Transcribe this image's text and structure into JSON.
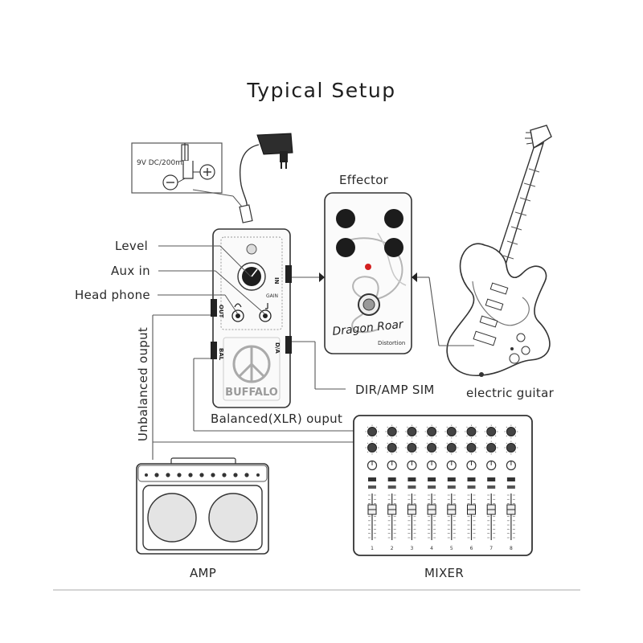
{
  "title": "Typical Setup",
  "power_spec": "9V DC/200mA",
  "labels": {
    "effector": "Effector",
    "level": "Level",
    "aux_in": "Aux in",
    "head_phone": "Head phone",
    "unbalanced": "Unbalanced ouput",
    "dir_amp_sim": "DIR/AMP SIM",
    "balanced": "Balanced(XLR) ouput",
    "electric_guitar": "electric guitar",
    "amp": "AMP",
    "mixer": "MIXER"
  },
  "pedal": {
    "brand": "BUFFALO",
    "jack_in": "IN",
    "jack_out": "OUT",
    "jack_da": "D/A",
    "jack_bal": "BAL",
    "knob_label": "GAIN"
  },
  "effector_pedal": {
    "name": "Dragon Roar",
    "type": "Distortion"
  },
  "mixer_channels": [
    "1",
    "2",
    "3",
    "4",
    "5",
    "6",
    "7",
    "8"
  ]
}
